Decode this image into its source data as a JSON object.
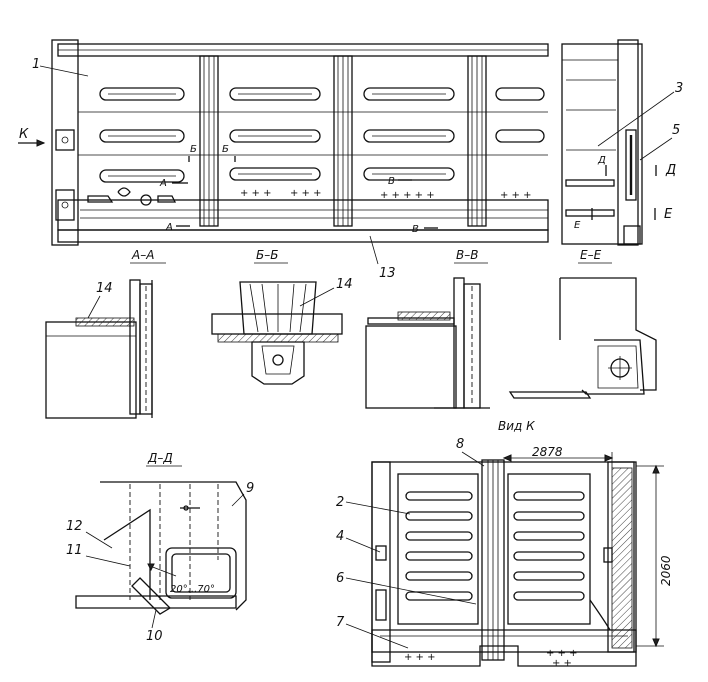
{
  "callouts": {
    "n1": "1",
    "n2": "2",
    "n3": "3",
    "n4": "4",
    "n5": "5",
    "n6": "6",
    "n7": "7",
    "n8": "8",
    "n9": "9",
    "n10": "10",
    "n11": "11",
    "n12": "12",
    "n13": "13",
    "n14a": "14",
    "n14b": "14"
  },
  "view_marks": {
    "k": "К",
    "a_top": "А",
    "a_bot": "А",
    "b_left": "Б",
    "b_right": "Б",
    "v_top": "В",
    "v_bot": "В",
    "d_left": "Д",
    "d_right": "Д",
    "e_left": "Е",
    "e_right": "Е"
  },
  "section_titles": {
    "aa": "А–А",
    "bb": "Б–Б",
    "vv": "В–В",
    "ee": "Е–Е",
    "dd": "Д–Д",
    "view_k": "Вид К"
  },
  "dimensions": {
    "width": "2878",
    "height": "2060",
    "angle": "20°...70°"
  }
}
